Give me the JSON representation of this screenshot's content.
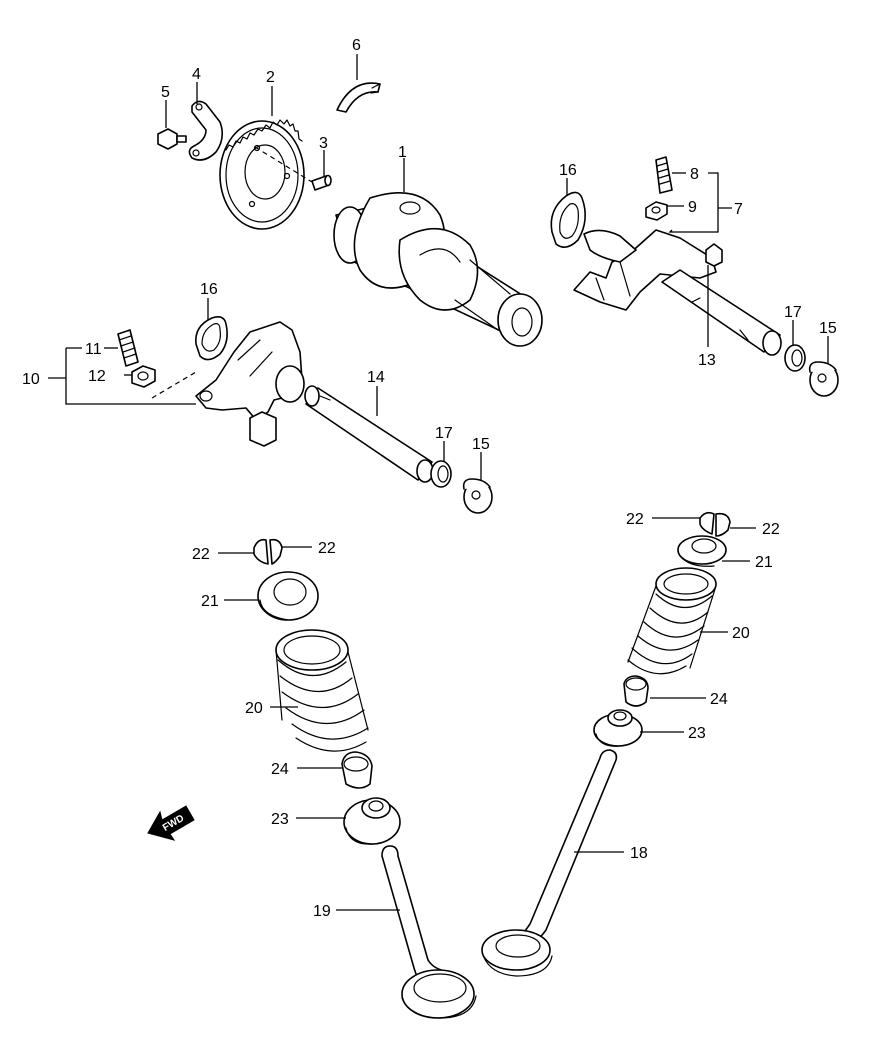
{
  "callouts": {
    "c1": "1",
    "c2": "2",
    "c3": "3",
    "c4": "4",
    "c5": "5",
    "c6": "6",
    "c7": "7",
    "c8": "8",
    "c9": "9",
    "c10": "10",
    "c11": "11",
    "c12": "12",
    "c13": "13",
    "c14": "14",
    "c15a": "15",
    "c15b": "15",
    "c16a": "16",
    "c16b": "16",
    "c17a": "17",
    "c17b": "17",
    "c18": "18",
    "c19": "19",
    "c20a": "20",
    "c20b": "20",
    "c21a": "21",
    "c21b": "21",
    "c22a": "22",
    "c22b": "22",
    "c22c": "22",
    "c22d": "22",
    "c23a": "23",
    "c23b": "23",
    "c24a": "24",
    "c24b": "24"
  },
  "direction_arrow": {
    "label": "FWD",
    "icon": "forward-arrow-icon"
  }
}
